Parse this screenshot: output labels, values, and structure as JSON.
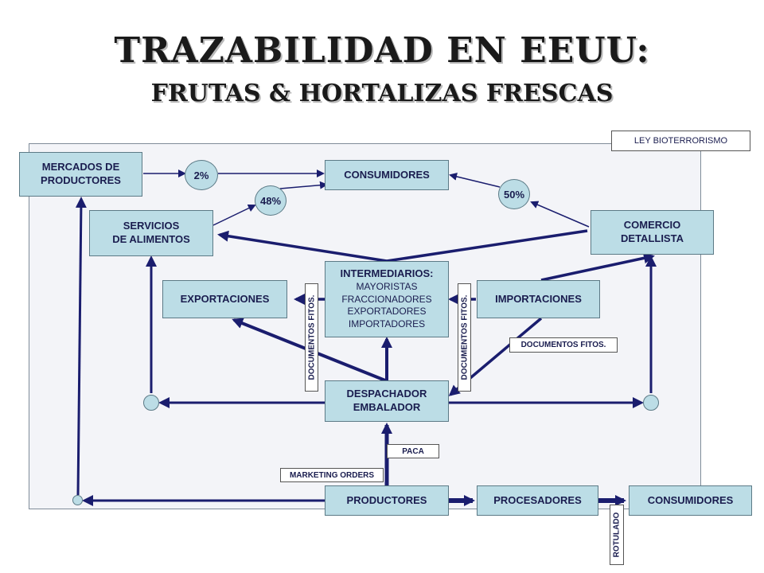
{
  "title": "TRAZABILIDAD EN EEUU:",
  "subtitle": "FRUTAS & HORTALIZAS FRESCAS",
  "nodes": {
    "mercados": [
      "MERCADOS DE",
      "PRODUCTORES"
    ],
    "consumidores_top": "CONSUMIDORES",
    "servicios": [
      "SERVICIOS",
      "DE ALIMENTOS"
    ],
    "comercio": [
      "COMERCIO",
      "DETALLISTA"
    ],
    "exportaciones": "EXPORTACIONES",
    "intermediarios": {
      "title": "INTERMEDIARIOS:",
      "items": [
        "MAYORISTAS",
        "FRACCIONADORES",
        "EXPORTADORES",
        "IMPORTADORES"
      ]
    },
    "importaciones": "IMPORTACIONES",
    "despachador": [
      "DESPACHADOR",
      "EMBALADOR"
    ],
    "productores": "PRODUCTORES",
    "procesadores": "PROCESADORES",
    "consumidores_bottom": "CONSUMIDORES"
  },
  "percentages": {
    "p2": "2%",
    "p48": "48%",
    "p50": "50%"
  },
  "labels": {
    "ley": "LEY BIOTERRORISMO",
    "doc_fitos_left": "DOCUMENTOS FITOS.",
    "doc_fitos_right": "DOCUMENTOS FITOS.",
    "doc_fitos_horizontal": "DOCUMENTOS FITOS.",
    "paca": "PACA",
    "marketing": "MARKETING ORDERS",
    "rotulado": "ROTULADO"
  },
  "colors": {
    "box_fill": "#bcdde6",
    "line": "#1a1d6e",
    "panel": "#f3f4f8"
  }
}
